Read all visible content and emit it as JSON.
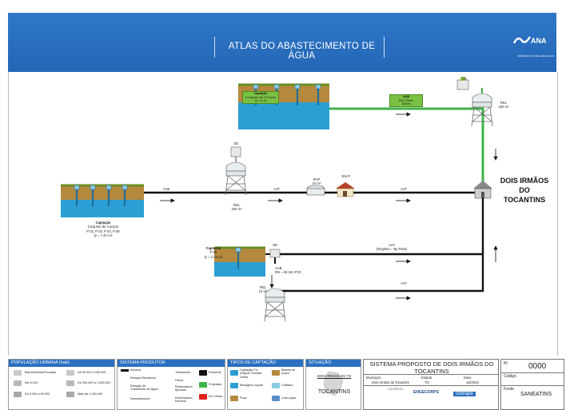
{
  "header": {
    "title": "ATLAS DO ABASTECIMENTO DE ÁGUA",
    "logo_text": "ANA",
    "logo_sub": "AGÊNCIA NACIONAL DE ÁGUAS"
  },
  "diagram": {
    "city": [
      "DOIS IRMÃOS",
      "DO",
      "TOCANTINS"
    ],
    "captacao_top": {
      "title": "Captação",
      "line1": "(Conjunto de 2 Poços)",
      "line2": "Q= 3 L/s"
    },
    "aab_box": {
      "line1": "AAB",
      "line2": "DN=75mm",
      "line3": "1200m"
    },
    "sd_top": "SD",
    "rel_top": {
      "line1": "REL",
      "line2": "100 m³"
    },
    "captacao_left": {
      "title": "Captação",
      "line1": "Conjunto de 4 poços",
      "line2": "P 02, P 03, P 04, P 09",
      "line3": "Q = 7,40 L/s"
    },
    "aab_left": "AAB",
    "sd_mid": "SD",
    "rel_mid": {
      "line1": "REL",
      "line2": "200 m³"
    },
    "aat_mid": "AAT",
    "rap": {
      "line1": "RAP",
      "line2": "10 m³"
    },
    "esat": "ESAT",
    "aat_right": "AAT",
    "captacao_bottom": {
      "title": "Captação",
      "line1": "P 08",
      "line2": "Q = 2,13 L/s"
    },
    "sd_bottom": "SD",
    "aat_bypass": {
      "line1": "AAT",
      "line2": "(Registro – By Pass)"
    },
    "aab_bottom": {
      "line1": "AAB",
      "line2": "DN = 50 mm PVC"
    },
    "rel_bottom": {
      "line1": "REL",
      "line2": "10 m³"
    },
    "aat_bottom": "AAT"
  },
  "legend": {
    "pop": {
      "title": "POPULAÇÃO URBANA (hab)",
      "items": [
        "Bairro/Distrito/Povoado",
        "Até 5.000",
        "De 5.000 a 50.000",
        "De 50.000 a 250.000",
        "De 250.000 a 1.000.000",
        "Mais de 1.000.000"
      ]
    },
    "sistema": {
      "title": "SISTEMA PRODUTOR",
      "items": [
        "Adutora",
        "Estação Elevatória",
        "Estação de Tratamento de Água",
        "Dessalinizador",
        "Tratamento",
        "Filtros",
        "Reservatório Apoiado",
        "Reservatório Elevado",
        "Existente",
        "Projetado",
        "Em Obras"
      ]
    },
    "captacao": {
      "title": "TIPOS DE CAPTAÇÃO",
      "items": [
        "Captação Fio d'Água/ Tomada Direta",
        "Barragem/ Açude",
        "Poço",
        "Bateria de poços",
        "Chafariz",
        "Carro-pipa"
      ]
    },
    "situacao": {
      "title": "SITUAÇÃO",
      "place": "DOIS IRMÃOS DO TO",
      "state": "TOCANTINS"
    }
  },
  "title_block": {
    "title": "SISTEMA PROPOSTO DE DOIS IRMÃOS DO TOCANTINS",
    "municipio_label": "Município:",
    "municipio": "Dois Irmãos do Tocantins",
    "estado_label": "Estado:",
    "estado": "TO",
    "data_label": "Data:",
    "data": "Jul/2010",
    "consorcio_label": "Consórcio:",
    "consorcio_1": "ENGECORPS",
    "consorcio_2": "cobrape",
    "n_label": "Nº",
    "n": "0000",
    "codigo_label": "Código",
    "fonte_label": "Fonte",
    "fonte": "SANEATINS"
  },
  "colors": {
    "header": "#2a6fc0",
    "pipe": "#111111",
    "green_pipe": "#3fb34a",
    "water": "#2b9fd3"
  }
}
